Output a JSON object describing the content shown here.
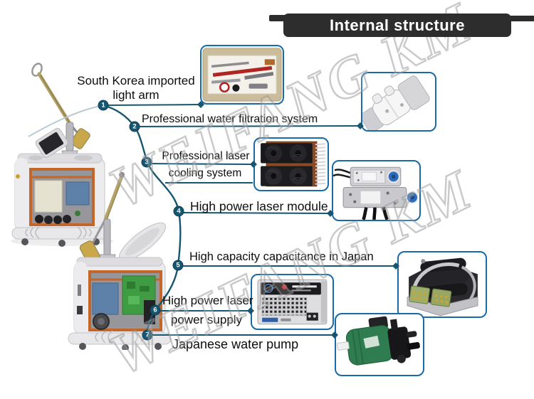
{
  "header": {
    "title": "Internal structure"
  },
  "watermark": {
    "text": "WEIFANG KM"
  },
  "callouts": [
    {
      "number": "1",
      "lines": [
        "South Korea imported",
        "light arm"
      ],
      "component": "light-arm-kit"
    },
    {
      "number": "2",
      "lines": [
        "Professional water filtration system"
      ],
      "component": "water-filter"
    },
    {
      "number": "3",
      "lines": [
        "Professional laser",
        "cooling system"
      ],
      "component": "laser-cooling-radiator"
    },
    {
      "number": "4",
      "lines": [
        "High power laser module"
      ],
      "component": "laser-module"
    },
    {
      "number": "5",
      "lines": [
        "High capacity capacitance in Japan"
      ],
      "component": "capacitor-bank"
    },
    {
      "number": "6",
      "lines": [
        "High power laser",
        "power supply"
      ],
      "component": "laser-power-supply"
    },
    {
      "number": "7",
      "lines": [
        "Japanese water pump"
      ],
      "component": "water-pump"
    }
  ],
  "machines": [
    {
      "name": "laser-machine-tower-cutaway"
    },
    {
      "name": "laser-machine-desktop-cutaway"
    }
  ],
  "colors": {
    "title_bg": "#2d2d2d",
    "title_text": "#ffffff",
    "accent_line": "#175670",
    "photo_border": "#186aa8",
    "label_text": "#0d0d0d",
    "watermark_stroke": "#969696"
  }
}
